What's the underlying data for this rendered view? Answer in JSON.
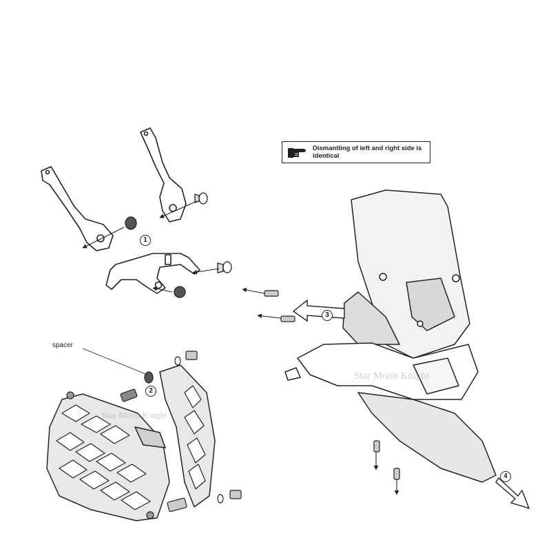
{
  "note": {
    "icon": "pointing-hand-icon",
    "text": "Dismantling of left and right side is identical"
  },
  "labels": {
    "spacer": "spacer"
  },
  "steps": [
    {
      "number": "1"
    },
    {
      "number": "2"
    },
    {
      "number": "3"
    },
    {
      "number": "4"
    }
  ],
  "watermark": "Star Moon Knight",
  "colors": {
    "line": "#222222",
    "part_fill": "#d9d9d9",
    "screen_fill": "#ededed",
    "background": "#ffffff"
  }
}
